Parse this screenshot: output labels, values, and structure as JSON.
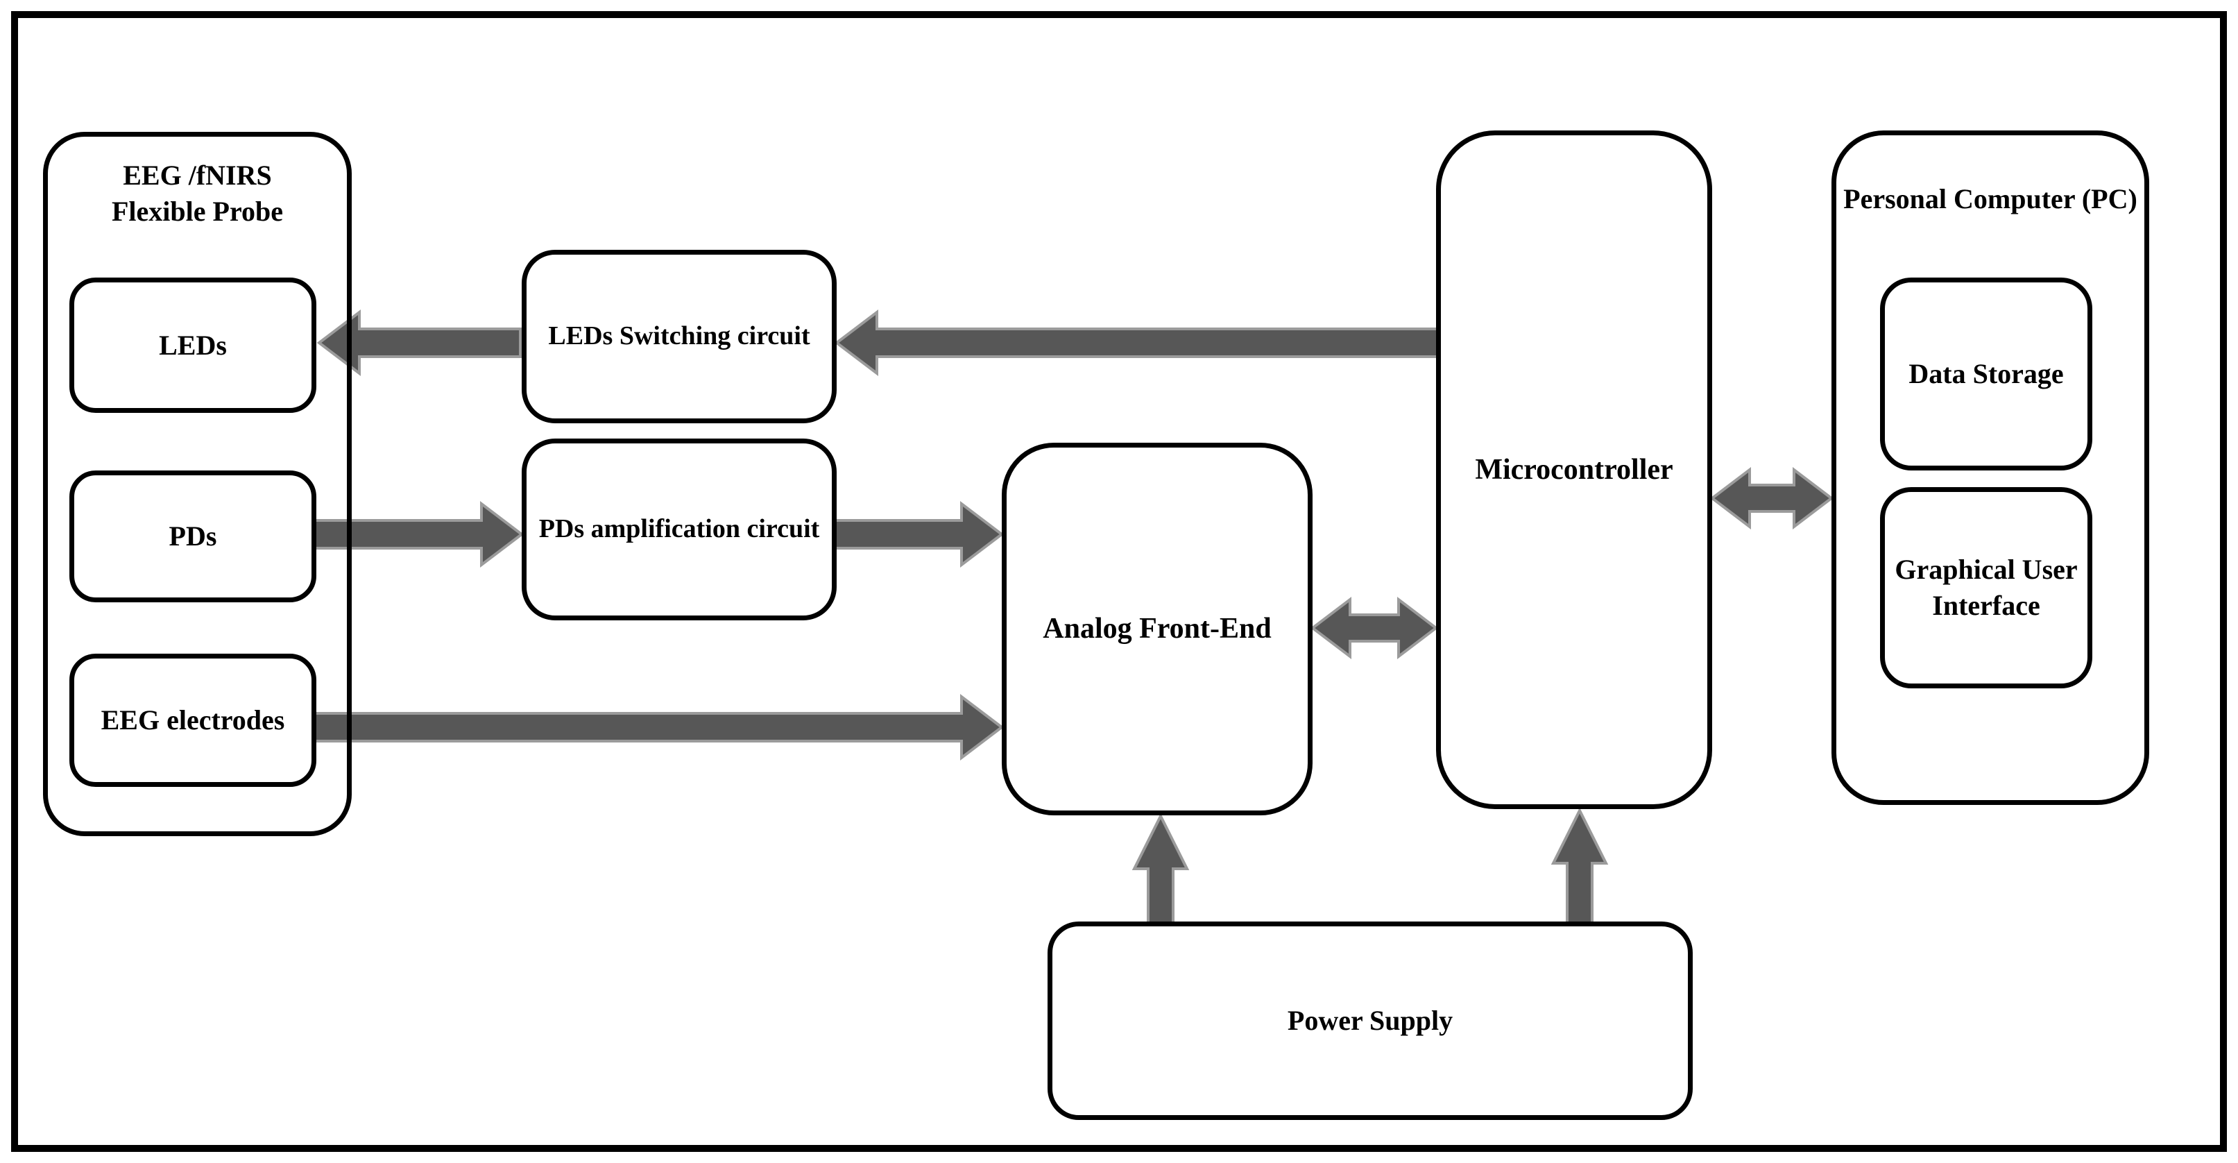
{
  "figure": {
    "description": "EEG/fNIRS acquisition system block diagram",
    "background_color": "#ffffff",
    "box_border_color": "#000000",
    "arrow_fill": "#575757",
    "arrow_outline": "#9b9b9b",
    "text_color": "#000000"
  },
  "blocks": {
    "probe_group": {
      "label": "EEG /fNIRS\nFlexible Probe"
    },
    "leds": {
      "label": "LEDs"
    },
    "pds": {
      "label": "PDs"
    },
    "eeg_electrodes": {
      "label": "EEG electrodes"
    },
    "led_switching": {
      "label": "LEDs Switching circuit"
    },
    "pd_amplification": {
      "label": "PDs amplification circuit"
    },
    "analog_front_end": {
      "label": "Analog Front-End"
    },
    "microcontroller": {
      "label": "Microcontroller"
    },
    "pc_group": {
      "label": "Personal Computer (PC)"
    },
    "data_storage": {
      "label": "Data Storage"
    },
    "gui": {
      "label": "Graphical User\nInterface"
    },
    "power_supply": {
      "label": "Power Supply"
    }
  },
  "connections": [
    {
      "from": "Microcontroller",
      "to": "LEDs Switching circuit",
      "style": "one-way"
    },
    {
      "from": "LEDs Switching circuit",
      "to": "LEDs",
      "style": "one-way"
    },
    {
      "from": "PDs",
      "to": "PDs amplification circuit",
      "style": "one-way"
    },
    {
      "from": "PDs amplification circuit",
      "to": "Analog Front-End",
      "style": "one-way"
    },
    {
      "from": "EEG electrodes",
      "to": "Analog Front-End",
      "style": "one-way"
    },
    {
      "from": "Analog Front-End",
      "to": "Microcontroller",
      "style": "two-way"
    },
    {
      "from": "Microcontroller",
      "to": "Personal Computer (PC)",
      "style": "two-way"
    },
    {
      "from": "Power Supply",
      "to": "Analog Front-End",
      "style": "one-way"
    },
    {
      "from": "Power Supply",
      "to": "Microcontroller",
      "style": "one-way"
    }
  ]
}
